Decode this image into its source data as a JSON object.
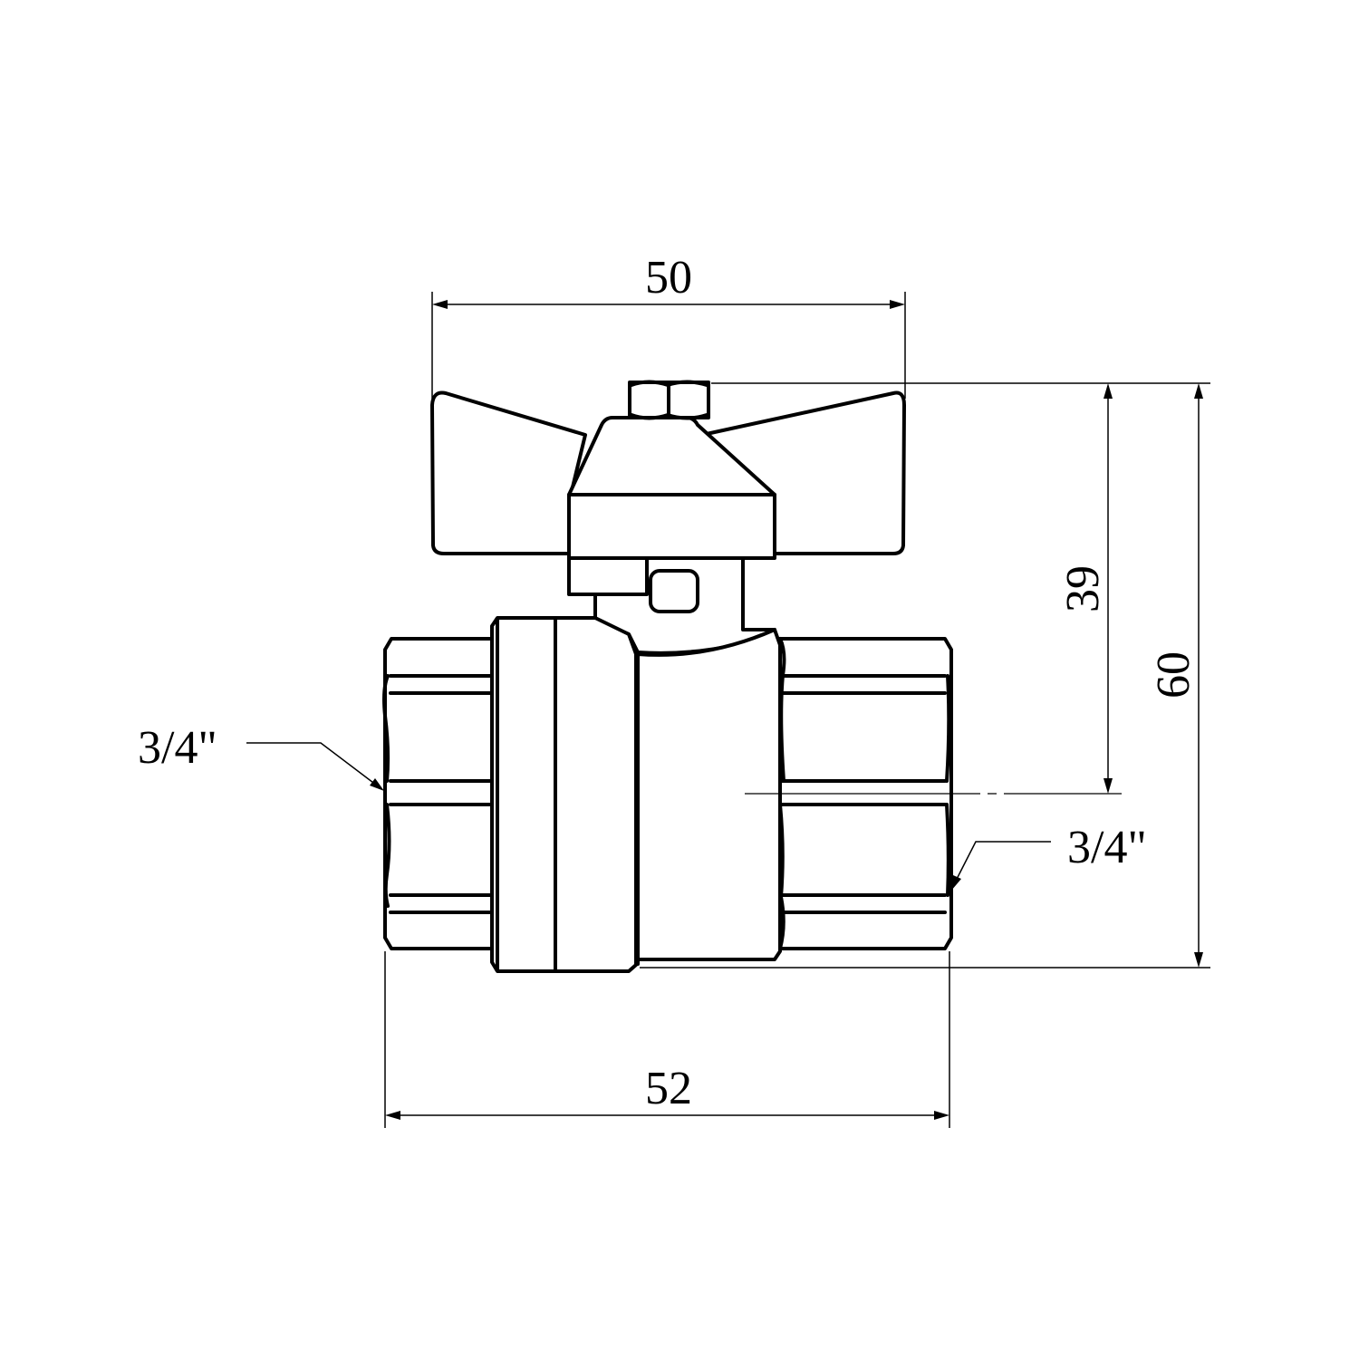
{
  "drawing": {
    "subject": "Ball valve with butterfly handle, female/female threaded ends",
    "line_color": "#000000",
    "background": "#ffffff"
  },
  "dimensions": {
    "handle_width": {
      "label": "50",
      "orientation": "horizontal"
    },
    "overall_length": {
      "label": "52",
      "orientation": "horizontal"
    },
    "axis_to_top": {
      "label": "39",
      "orientation": "vertical"
    },
    "overall_height": {
      "label": "60",
      "orientation": "vertical"
    }
  },
  "callouts": {
    "left_thread": {
      "label": "3/4\""
    },
    "right_thread": {
      "label": "3/4\""
    }
  }
}
